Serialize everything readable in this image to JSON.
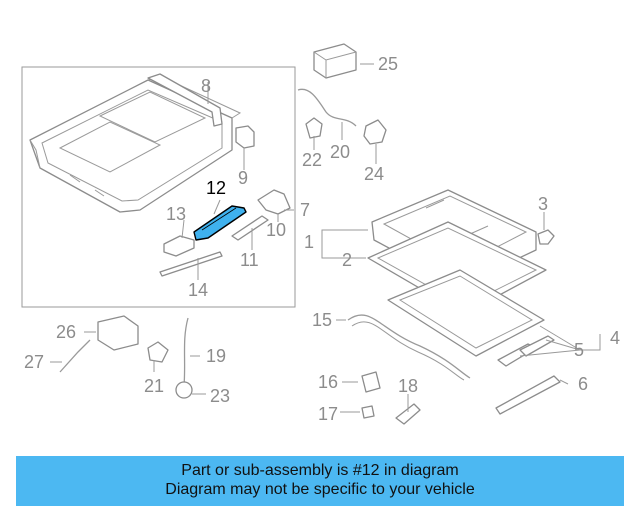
{
  "diagram": {
    "highlighted_part": "12",
    "highlight_color": "#3fb1ee",
    "callouts": [
      "1",
      "2",
      "3",
      "4",
      "5",
      "6",
      "7",
      "8",
      "9",
      "10",
      "11",
      "12",
      "13",
      "14",
      "15",
      "16",
      "17",
      "18",
      "19",
      "20",
      "21",
      "22",
      "23",
      "24",
      "25",
      "26",
      "27"
    ]
  },
  "banner": {
    "line1": "Part or sub-assembly is #12 in diagram",
    "line2": "Diagram may not be specific to your vehicle",
    "background": "#4cb8f2"
  }
}
